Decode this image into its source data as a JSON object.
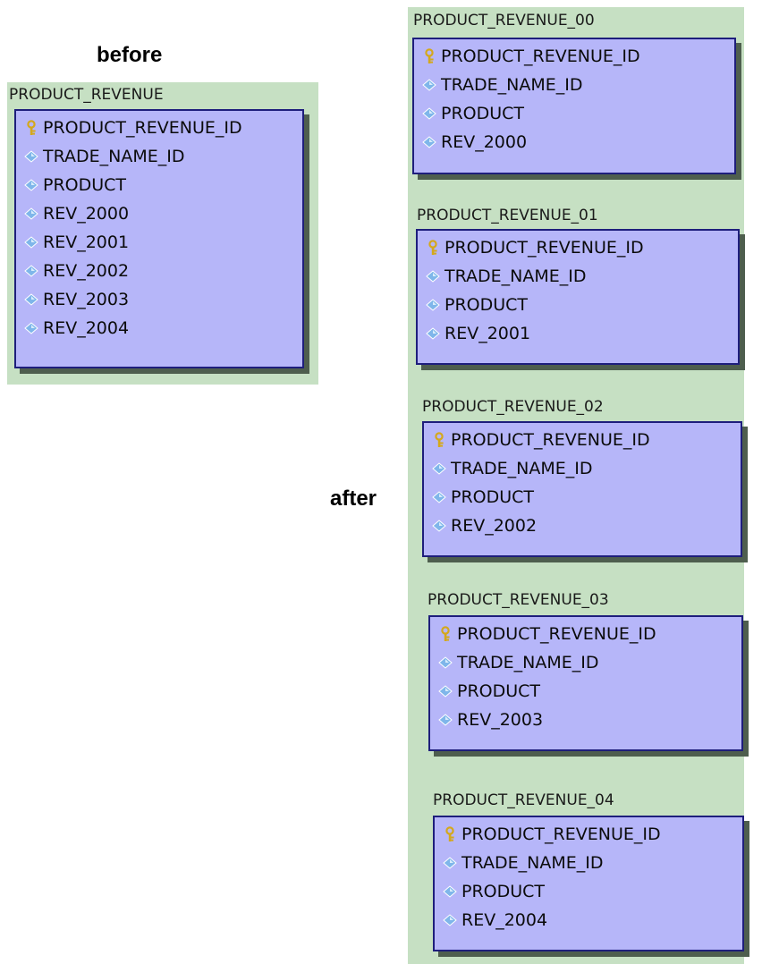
{
  "captions": {
    "before": "before",
    "after": "after"
  },
  "colors": {
    "panel_bg": "#c6e0c3",
    "entity_bg": "#b6b6f9",
    "entity_border": "#1e1e7c",
    "shadow": "#4e5e4e",
    "key_icon": "#d4a81c",
    "column_icon": "#7fb6ea"
  },
  "before_table": {
    "name": "PRODUCT_REVENUE",
    "columns": [
      {
        "name": "PRODUCT_REVENUE_ID",
        "icon": "key-icon"
      },
      {
        "name": "TRADE_NAME_ID",
        "icon": "column-icon"
      },
      {
        "name": "PRODUCT",
        "icon": "column-icon"
      },
      {
        "name": "REV_2000",
        "icon": "column-icon"
      },
      {
        "name": "REV_2001",
        "icon": "column-icon"
      },
      {
        "name": "REV_2002",
        "icon": "column-icon"
      },
      {
        "name": "REV_2003",
        "icon": "column-icon"
      },
      {
        "name": "REV_2004",
        "icon": "column-icon"
      }
    ]
  },
  "after_tables": [
    {
      "name": "PRODUCT_REVENUE_00",
      "columns": [
        {
          "name": "PRODUCT_REVENUE_ID",
          "icon": "key-icon"
        },
        {
          "name": "TRADE_NAME_ID",
          "icon": "column-icon"
        },
        {
          "name": "PRODUCT",
          "icon": "column-icon"
        },
        {
          "name": "REV_2000",
          "icon": "column-icon"
        }
      ]
    },
    {
      "name": "PRODUCT_REVENUE_01",
      "columns": [
        {
          "name": "PRODUCT_REVENUE_ID",
          "icon": "key-icon"
        },
        {
          "name": "TRADE_NAME_ID",
          "icon": "column-icon"
        },
        {
          "name": "PRODUCT",
          "icon": "column-icon"
        },
        {
          "name": "REV_2001",
          "icon": "column-icon"
        }
      ]
    },
    {
      "name": "PRODUCT_REVENUE_02",
      "columns": [
        {
          "name": "PRODUCT_REVENUE_ID",
          "icon": "key-icon"
        },
        {
          "name": "TRADE_NAME_ID",
          "icon": "column-icon"
        },
        {
          "name": "PRODUCT",
          "icon": "column-icon"
        },
        {
          "name": "REV_2002",
          "icon": "column-icon"
        }
      ]
    },
    {
      "name": "PRODUCT_REVENUE_03",
      "columns": [
        {
          "name": "PRODUCT_REVENUE_ID",
          "icon": "key-icon"
        },
        {
          "name": "TRADE_NAME_ID",
          "icon": "column-icon"
        },
        {
          "name": "PRODUCT",
          "icon": "column-icon"
        },
        {
          "name": "REV_2003",
          "icon": "column-icon"
        }
      ]
    },
    {
      "name": "PRODUCT_REVENUE_04",
      "columns": [
        {
          "name": "PRODUCT_REVENUE_ID",
          "icon": "key-icon"
        },
        {
          "name": "TRADE_NAME_ID",
          "icon": "column-icon"
        },
        {
          "name": "PRODUCT",
          "icon": "column-icon"
        },
        {
          "name": "REV_2004",
          "icon": "column-icon"
        }
      ]
    }
  ]
}
